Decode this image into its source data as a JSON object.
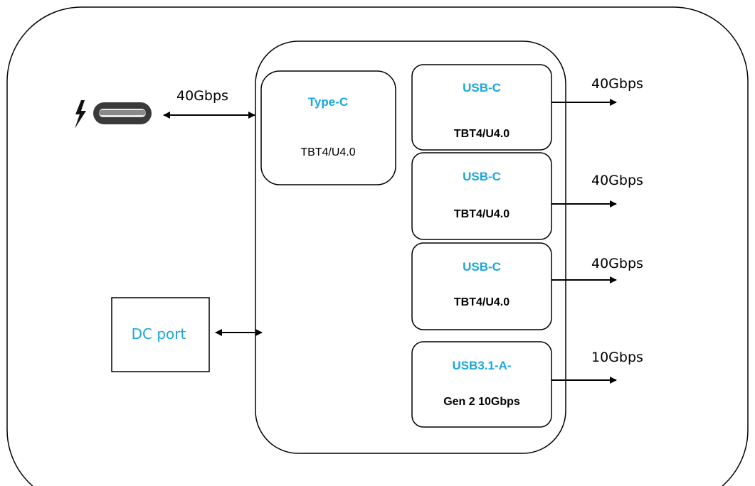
{
  "colors": {
    "accent": "#1aa7dc",
    "stroke": "#000000",
    "dark_connector": "#3a3a3a"
  },
  "icons": {
    "input_connector": "thunderbolt-usb-c-icon"
  },
  "input": {
    "speed": "40Gbps",
    "port": {
      "title": "Type-C",
      "subtitle": "TBT4/U4.0"
    }
  },
  "dc_port": {
    "label": "DC port"
  },
  "outputs": [
    {
      "title": "USB-C",
      "subtitle": "TBT4/U4.0",
      "speed": "40Gbps"
    },
    {
      "title": "USB-C",
      "subtitle": "TBT4/U4.0",
      "speed": "40Gbps"
    },
    {
      "title": "USB-C",
      "subtitle": "TBT4/U4.0",
      "speed": "40Gbps"
    },
    {
      "title": "USB3.1-A-",
      "subtitle": "Gen 2 10Gbps",
      "speed": "10Gbps"
    }
  ]
}
